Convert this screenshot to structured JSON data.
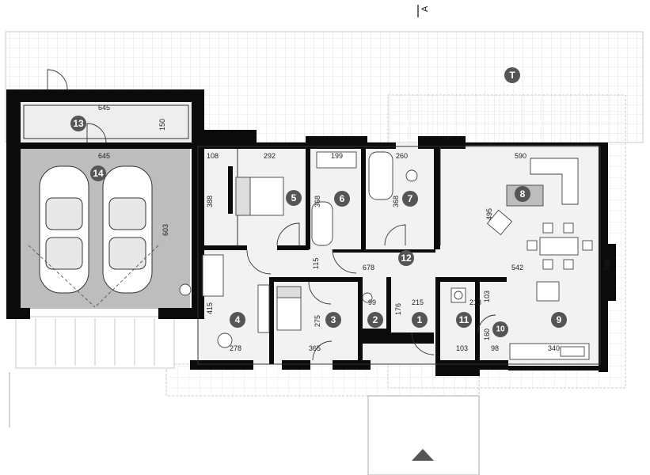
{
  "section_marker": "A",
  "terrace_label": "T",
  "rooms": [
    {
      "id": "room-1",
      "number": "1"
    },
    {
      "id": "room-2",
      "number": "2"
    },
    {
      "id": "room-3",
      "number": "3"
    },
    {
      "id": "room-4",
      "number": "4"
    },
    {
      "id": "room-5",
      "number": "5"
    },
    {
      "id": "room-6",
      "number": "6"
    },
    {
      "id": "room-7",
      "number": "7"
    },
    {
      "id": "room-8",
      "number": "8"
    },
    {
      "id": "room-9",
      "number": "9"
    },
    {
      "id": "room-10",
      "number": "10"
    },
    {
      "id": "room-11",
      "number": "11"
    },
    {
      "id": "room-12",
      "number": "12"
    },
    {
      "id": "room-13",
      "number": "13"
    },
    {
      "id": "room-14",
      "number": "14"
    }
  ],
  "dimensions": {
    "storage_width": "645",
    "storage_depth": "150",
    "garage_width": "645",
    "garage_depth": "603",
    "room5_a": "108",
    "room5_b": "292",
    "room5_c": "388",
    "room6_w": "199",
    "room6_h": "368",
    "room7_w": "260",
    "room7_h": "368",
    "room8_w": "590",
    "room8_h": "495",
    "hall_w": "678",
    "hall_a": "115",
    "hall_b": "542",
    "east_h": "795",
    "room4_h": "415",
    "room4_w": "278",
    "room3_h": "275",
    "room3_w": "365",
    "room2_w": "99",
    "room1_w": "215",
    "room1_h": "176",
    "room11_w": "213",
    "room11_h": "103",
    "room11_b": "103",
    "room10_h": "160",
    "room10_w": "98",
    "room9_w": "340"
  }
}
